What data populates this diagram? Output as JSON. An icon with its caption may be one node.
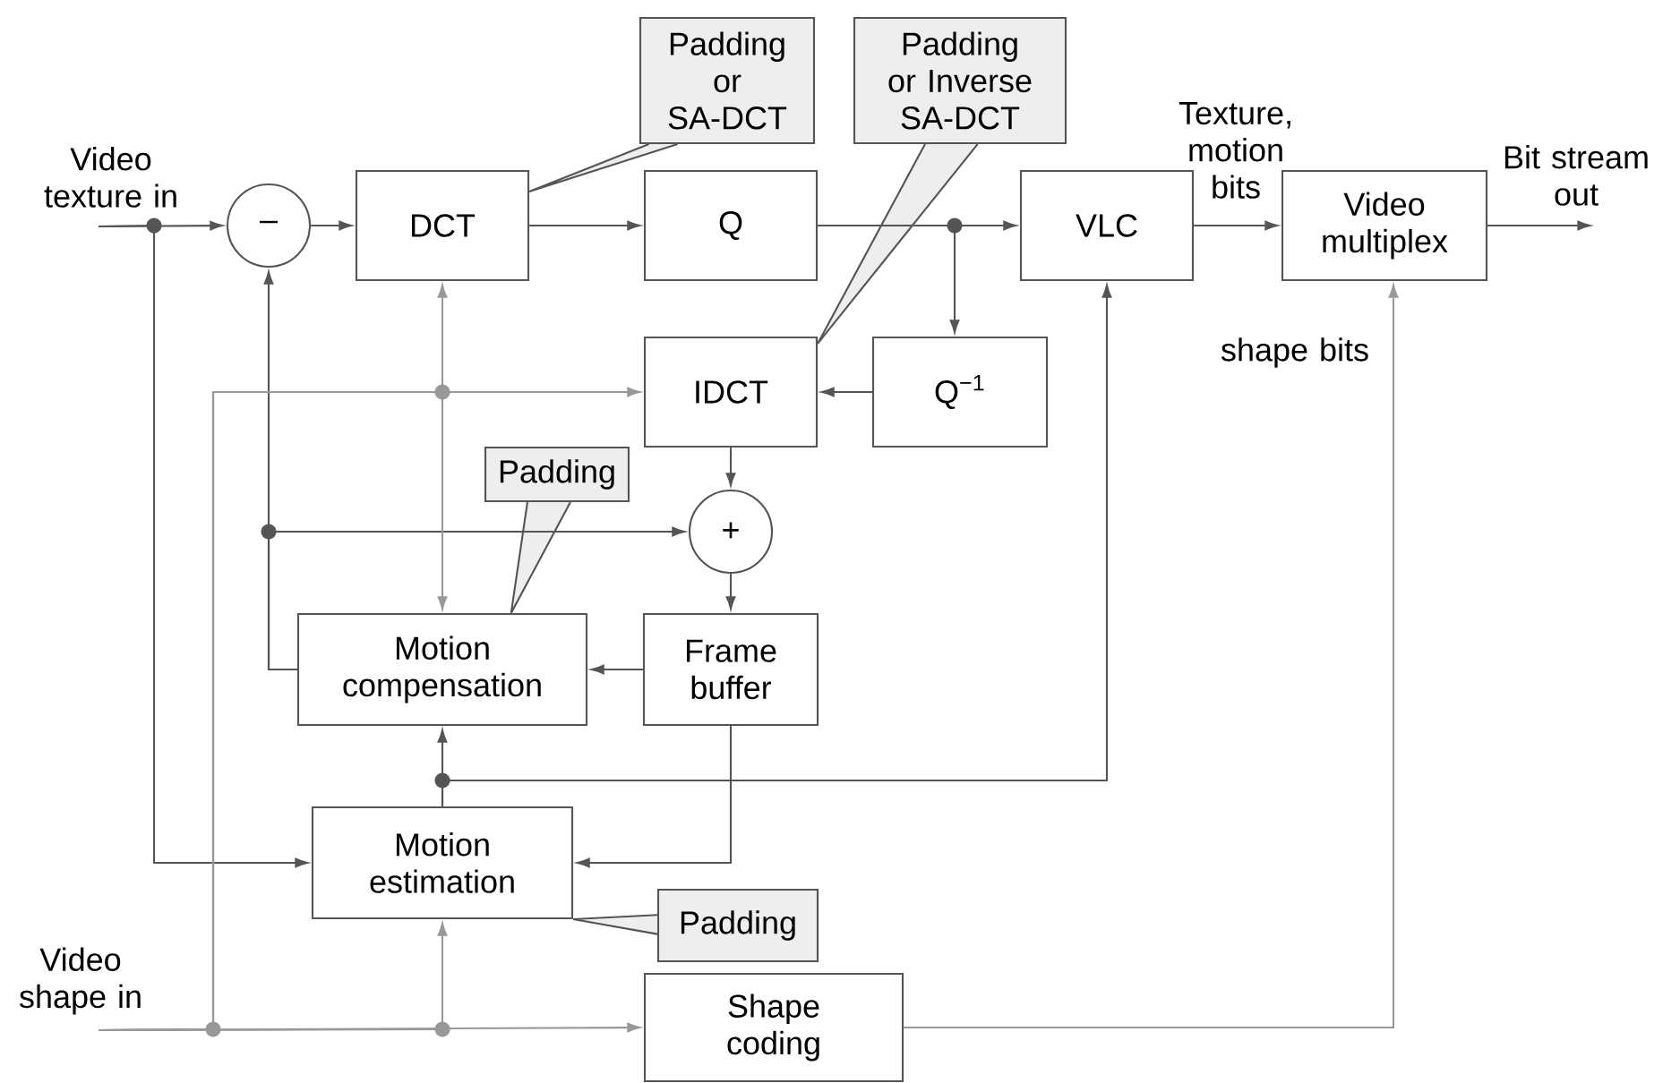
{
  "diagram": {
    "nodes": [
      {
        "text": [
          "Video texture in"
        ]
      },
      {
        "text": [
          "Padding or SA-DCT"
        ]
      },
      {
        "text": [
          "Padding or Inverse SA-DCT"
        ]
      },
      {
        "text": [
          "–"
        ]
      },
      {
        "text": [
          "DCT"
        ]
      },
      {
        "text": [
          "Q"
        ]
      },
      {
        "text": [
          "VLC"
        ]
      },
      {
        "text": [
          "Video multiplex"
        ]
      },
      {
        "text": [
          "IDCT"
        ]
      },
      {
        "text": [
          "Q$^{−1}$"
        ]
      },
      {
        "text": [
          "Padding"
        ]
      },
      {
        "text": [
          "+"
        ]
      },
      {
        "text": [
          "Motion compensation"
        ]
      },
      {
        "text": [
          "Frame buffer"
        ]
      },
      {
        "text": [
          "Motion estimation"
        ]
      },
      {
        "text": [
          "Padding"
        ]
      },
      {
        "text": [
          "Video shape in"
        ]
      },
      {
        "text": [
          "Shape coding"
        ]
      }
    ],
    "edges": [
      {
        "from": 0,
        "to": 3,
        "arrow": "to"
      },
      {
        "from": 0,
        "to": 14,
        "arrow": "to"
      },
      {
        "from": 3,
        "to": 4,
        "arrow": "to"
      },
      {
        "from": 4,
        "to": 5,
        "arrow": "to"
      },
      {
        "from": 5,
        "to": 6,
        "arrow": "to"
      },
      {
        "from": 5,
        "to": 9,
        "arrow": "to"
      },
      {
        "from": 9,
        "to": 8,
        "arrow": "to"
      },
      {
        "from": 8,
        "to": 11,
        "arrow": "to"
      },
      {
        "from": 11,
        "to": 13,
        "arrow": "to"
      },
      {
        "from": 13,
        "to": 12,
        "arrow": "to"
      },
      {
        "from": 13,
        "to": 14,
        "arrow": "to"
      },
      {
        "from": 12,
        "to": 3,
        "arrow": "to"
      },
      {
        "from": 12,
        "to": 11,
        "arrow": "to"
      },
      {
        "from": 14,
        "to": 12,
        "arrow": "to"
      },
      {
        "from": 14,
        "to": 6,
        "arrow": "to"
      },
      {
        "from": 6,
        "to": 7,
        "arrow": "to",
        "label": "Texture, motion bits"
      },
      {
        "from": 7,
        "to": null,
        "arrow": "to",
        "label": "Bit stream out"
      },
      {
        "from": 16,
        "to": 8,
        "arrow": "to",
        "color": "#999999"
      },
      {
        "from": 16,
        "to": 4,
        "arrow": "to",
        "color": "#999999"
      },
      {
        "from": 16,
        "to": 12,
        "arrow": "to",
        "color": "#999999"
      },
      {
        "from": 16,
        "to": 14,
        "arrow": "to",
        "color": "#999999"
      },
      {
        "from": 16,
        "to": 17,
        "arrow": "to",
        "color": "#999999"
      },
      {
        "from": 17,
        "to": 7,
        "arrow": "to",
        "color": "#999999",
        "label": "shape bits"
      },
      {
        "from": 1,
        "to": 4,
        "arrow": "none"
      },
      {
        "from": 2,
        "to": 8,
        "arrow": "none"
      },
      {
        "from": 10,
        "to": 12,
        "arrow": "none"
      },
      {
        "from": 15,
        "to": 14,
        "arrow": "none"
      }
    ]
  }
}
